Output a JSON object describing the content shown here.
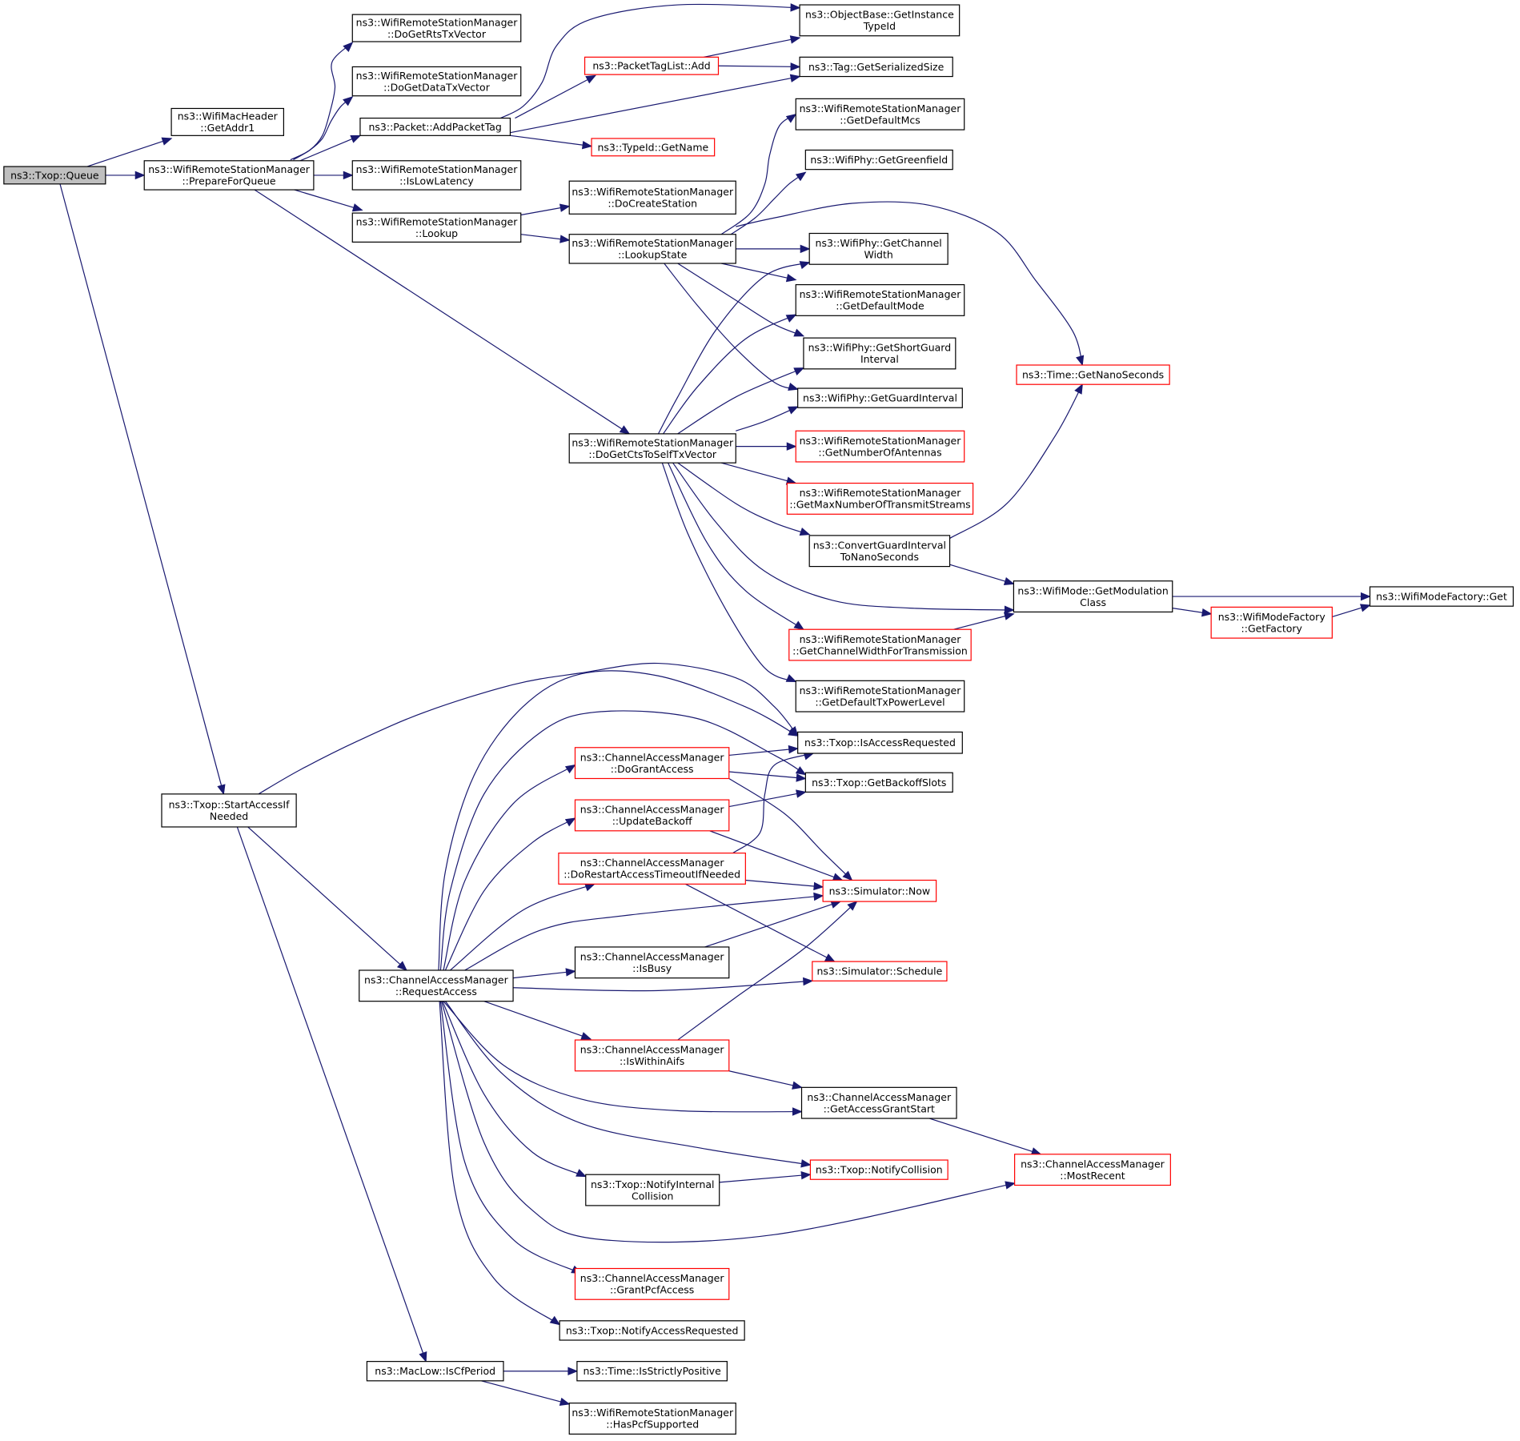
{
  "nodes": [
    {
      "id": "root",
      "lines": [
        "ns3::Txop::Queue"
      ],
      "border": "root"
    },
    {
      "id": "getAddr1",
      "lines": [
        "ns3::WifiMacHeader",
        "::GetAddr1"
      ],
      "border": "black"
    },
    {
      "id": "prepareForQueue",
      "lines": [
        "ns3::WifiRemoteStationManager",
        "::PrepareForQueue"
      ],
      "border": "black"
    },
    {
      "id": "startAccessIfNeeded",
      "lines": [
        "ns3::Txop::StartAccessIf",
        "Needed"
      ],
      "border": "black"
    },
    {
      "id": "doGetRtsTxVector",
      "lines": [
        "ns3::WifiRemoteStationManager",
        "::DoGetRtsTxVector"
      ],
      "border": "black"
    },
    {
      "id": "doGetDataTxVector",
      "lines": [
        "ns3::WifiRemoteStationManager",
        "::DoGetDataTxVector"
      ],
      "border": "black"
    },
    {
      "id": "addPacketTag",
      "lines": [
        "ns3::Packet::AddPacketTag"
      ],
      "border": "black"
    },
    {
      "id": "isLowLatency",
      "lines": [
        "ns3::WifiRemoteStationManager",
        "::IsLowLatency"
      ],
      "border": "black"
    },
    {
      "id": "lookup",
      "lines": [
        "ns3::WifiRemoteStationManager",
        "::Lookup"
      ],
      "border": "black"
    },
    {
      "id": "doGetCtsToSelfTxVector",
      "lines": [
        "ns3::WifiRemoteStationManager",
        "::DoGetCtsToSelfTxVector"
      ],
      "border": "black"
    },
    {
      "id": "packetTagListAdd",
      "lines": [
        "ns3::PacketTagList::Add"
      ],
      "border": "red"
    },
    {
      "id": "typeIdGetName",
      "lines": [
        "ns3::TypeId::GetName"
      ],
      "border": "red"
    },
    {
      "id": "doCreateStation",
      "lines": [
        "ns3::WifiRemoteStationManager",
        "::DoCreateStation"
      ],
      "border": "black"
    },
    {
      "id": "lookupState",
      "lines": [
        "ns3::WifiRemoteStationManager",
        "::LookupState"
      ],
      "border": "black"
    },
    {
      "id": "getInstanceTypeId",
      "lines": [
        "ns3::ObjectBase::GetInstance",
        "TypeId"
      ],
      "border": "black"
    },
    {
      "id": "tagGetSerializedSize",
      "lines": [
        "ns3::Tag::GetSerializedSize"
      ],
      "border": "black"
    },
    {
      "id": "getDefaultMcs",
      "lines": [
        "ns3::WifiRemoteStationManager",
        "::GetDefaultMcs"
      ],
      "border": "black"
    },
    {
      "id": "getGreenfield",
      "lines": [
        "ns3::WifiPhy::GetGreenfield"
      ],
      "border": "black"
    },
    {
      "id": "getChannelWidth",
      "lines": [
        "ns3::WifiPhy::GetChannel",
        "Width"
      ],
      "border": "black"
    },
    {
      "id": "getDefaultMode",
      "lines": [
        "ns3::WifiRemoteStationManager",
        "::GetDefaultMode"
      ],
      "border": "black"
    },
    {
      "id": "getShortGuardInterval",
      "lines": [
        "ns3::WifiPhy::GetShortGuard",
        "Interval"
      ],
      "border": "black"
    },
    {
      "id": "getGuardInterval",
      "lines": [
        "ns3::WifiPhy::GetGuardInterval"
      ],
      "border": "black"
    },
    {
      "id": "getNumberOfAntennas",
      "lines": [
        "ns3::WifiRemoteStationManager",
        "::GetNumberOfAntennas"
      ],
      "border": "red"
    },
    {
      "id": "getMaxNumberOfTransmitStreams",
      "lines": [
        "ns3::WifiRemoteStationManager",
        "::GetMaxNumberOfTransmitStreams"
      ],
      "border": "red"
    },
    {
      "id": "convertGuardInterval",
      "lines": [
        "ns3::ConvertGuardInterval",
        "ToNanoSeconds"
      ],
      "border": "black"
    },
    {
      "id": "getChannelWidthForTransmission",
      "lines": [
        "ns3::WifiRemoteStationManager",
        "::GetChannelWidthForTransmission"
      ],
      "border": "red"
    },
    {
      "id": "getDefaultTxPowerLevel",
      "lines": [
        "ns3::WifiRemoteStationManager",
        "::GetDefaultTxPowerLevel"
      ],
      "border": "black"
    },
    {
      "id": "timeGetNanoSeconds",
      "lines": [
        "ns3::Time::GetNanoSeconds"
      ],
      "border": "red"
    },
    {
      "id": "getModulationClass",
      "lines": [
        "ns3::WifiMode::GetModulation",
        "Class"
      ],
      "border": "black"
    },
    {
      "id": "getFactory",
      "lines": [
        "ns3::WifiModeFactory",
        "::GetFactory"
      ],
      "border": "red"
    },
    {
      "id": "wifiModeFactoryGet",
      "lines": [
        "ns3::WifiModeFactory::Get"
      ],
      "border": "black"
    },
    {
      "id": "requestAccess",
      "lines": [
        "ns3::ChannelAccessManager",
        "::RequestAccess"
      ],
      "border": "black"
    },
    {
      "id": "isCfPeriod",
      "lines": [
        "ns3::MacLow::IsCfPeriod"
      ],
      "border": "black"
    },
    {
      "id": "doGrantAccess",
      "lines": [
        "ns3::ChannelAccessManager",
        "::DoGrantAccess"
      ],
      "border": "red"
    },
    {
      "id": "updateBackoff",
      "lines": [
        "ns3::ChannelAccessManager",
        "::UpdateBackoff"
      ],
      "border": "red"
    },
    {
      "id": "doRestartAccessTimeout",
      "lines": [
        "ns3::ChannelAccessManager",
        "::DoRestartAccessTimeoutIfNeeded"
      ],
      "border": "red"
    },
    {
      "id": "isBusy",
      "lines": [
        "ns3::ChannelAccessManager",
        "::IsBusy"
      ],
      "border": "black"
    },
    {
      "id": "isWithinAifs",
      "lines": [
        "ns3::ChannelAccessManager",
        "::IsWithinAifs"
      ],
      "border": "red"
    },
    {
      "id": "notifyInternalCollision",
      "lines": [
        "ns3::Txop::NotifyInternal",
        "Collision"
      ],
      "border": "black"
    },
    {
      "id": "grantPcfAccess",
      "lines": [
        "ns3::ChannelAccessManager",
        "::GrantPcfAccess"
      ],
      "border": "red"
    },
    {
      "id": "notifyAccessRequested",
      "lines": [
        "ns3::Txop::NotifyAccessRequested"
      ],
      "border": "black"
    },
    {
      "id": "isStrictlyPositive",
      "lines": [
        "ns3::Time::IsStrictlyPositive"
      ],
      "border": "black"
    },
    {
      "id": "hasPcfSupported",
      "lines": [
        "ns3::WifiRemoteStationManager",
        "::HasPcfSupported"
      ],
      "border": "black"
    },
    {
      "id": "isAccessRequested",
      "lines": [
        "ns3::Txop::IsAccessRequested"
      ],
      "border": "black"
    },
    {
      "id": "getBackoffSlots",
      "lines": [
        "ns3::Txop::GetBackoffSlots"
      ],
      "border": "black"
    },
    {
      "id": "simulatorNow",
      "lines": [
        "ns3::Simulator::Now"
      ],
      "border": "red"
    },
    {
      "id": "simulatorSchedule",
      "lines": [
        "ns3::Simulator::Schedule"
      ],
      "border": "red"
    },
    {
      "id": "getAccessGrantStart",
      "lines": [
        "ns3::ChannelAccessManager",
        "::GetAccessGrantStart"
      ],
      "border": "black"
    },
    {
      "id": "notifyCollision",
      "lines": [
        "ns3::Txop::NotifyCollision"
      ],
      "border": "red"
    },
    {
      "id": "mostRecent",
      "lines": [
        "ns3::ChannelAccessManager",
        "::MostRecent"
      ],
      "border": "red"
    }
  ],
  "edges": [
    [
      "root",
      "getAddr1"
    ],
    [
      "root",
      "prepareForQueue"
    ],
    [
      "root",
      "startAccessIfNeeded"
    ],
    [
      "prepareForQueue",
      "doGetRtsTxVector"
    ],
    [
      "prepareForQueue",
      "doGetDataTxVector"
    ],
    [
      "prepareForQueue",
      "addPacketTag"
    ],
    [
      "prepareForQueue",
      "isLowLatency"
    ],
    [
      "prepareForQueue",
      "lookup"
    ],
    [
      "prepareForQueue",
      "doGetCtsToSelfTxVector"
    ],
    [
      "addPacketTag",
      "getInstanceTypeId"
    ],
    [
      "addPacketTag",
      "packetTagListAdd"
    ],
    [
      "addPacketTag",
      "tagGetSerializedSize"
    ],
    [
      "addPacketTag",
      "typeIdGetName"
    ],
    [
      "packetTagListAdd",
      "getInstanceTypeId"
    ],
    [
      "packetTagListAdd",
      "tagGetSerializedSize"
    ],
    [
      "lookup",
      "doCreateStation"
    ],
    [
      "lookup",
      "lookupState"
    ],
    [
      "lookupState",
      "getDefaultMcs"
    ],
    [
      "lookupState",
      "getGreenfield"
    ],
    [
      "lookupState",
      "timeGetNanoSeconds"
    ],
    [
      "lookupState",
      "getChannelWidth"
    ],
    [
      "lookupState",
      "getDefaultMode"
    ],
    [
      "lookupState",
      "getShortGuardInterval"
    ],
    [
      "lookupState",
      "getGuardInterval"
    ],
    [
      "doGetCtsToSelfTxVector",
      "getChannelWidth"
    ],
    [
      "doGetCtsToSelfTxVector",
      "getDefaultMode"
    ],
    [
      "doGetCtsToSelfTxVector",
      "getShortGuardInterval"
    ],
    [
      "doGetCtsToSelfTxVector",
      "getGuardInterval"
    ],
    [
      "doGetCtsToSelfTxVector",
      "getNumberOfAntennas"
    ],
    [
      "doGetCtsToSelfTxVector",
      "getMaxNumberOfTransmitStreams"
    ],
    [
      "doGetCtsToSelfTxVector",
      "convertGuardInterval"
    ],
    [
      "doGetCtsToSelfTxVector",
      "getModulationClass"
    ],
    [
      "doGetCtsToSelfTxVector",
      "getChannelWidthForTransmission"
    ],
    [
      "doGetCtsToSelfTxVector",
      "getDefaultTxPowerLevel"
    ],
    [
      "convertGuardInterval",
      "timeGetNanoSeconds"
    ],
    [
      "convertGuardInterval",
      "getModulationClass"
    ],
    [
      "getChannelWidthForTransmission",
      "getModulationClass"
    ],
    [
      "getModulationClass",
      "wifiModeFactoryGet"
    ],
    [
      "getModulationClass",
      "getFactory"
    ],
    [
      "getFactory",
      "wifiModeFactoryGet"
    ],
    [
      "startAccessIfNeeded",
      "isAccessRequested"
    ],
    [
      "startAccessIfNeeded",
      "requestAccess"
    ],
    [
      "startAccessIfNeeded",
      "isCfPeriod"
    ],
    [
      "requestAccess",
      "isAccessRequested"
    ],
    [
      "requestAccess",
      "getBackoffSlots"
    ],
    [
      "requestAccess",
      "doGrantAccess"
    ],
    [
      "requestAccess",
      "updateBackoff"
    ],
    [
      "requestAccess",
      "doRestartAccessTimeout"
    ],
    [
      "requestAccess",
      "simulatorNow"
    ],
    [
      "requestAccess",
      "isBusy"
    ],
    [
      "requestAccess",
      "simulatorSchedule"
    ],
    [
      "requestAccess",
      "isWithinAifs"
    ],
    [
      "requestAccess",
      "getAccessGrantStart"
    ],
    [
      "requestAccess",
      "notifyCollision"
    ],
    [
      "requestAccess",
      "notifyInternalCollision"
    ],
    [
      "requestAccess",
      "mostRecent"
    ],
    [
      "requestAccess",
      "grantPcfAccess"
    ],
    [
      "requestAccess",
      "notifyAccessRequested"
    ],
    [
      "doGrantAccess",
      "isAccessRequested"
    ],
    [
      "doGrantAccess",
      "getBackoffSlots"
    ],
    [
      "doGrantAccess",
      "simulatorNow"
    ],
    [
      "updateBackoff",
      "getBackoffSlots"
    ],
    [
      "updateBackoff",
      "simulatorNow"
    ],
    [
      "doRestartAccessTimeout",
      "isAccessRequested"
    ],
    [
      "doRestartAccessTimeout",
      "simulatorNow"
    ],
    [
      "doRestartAccessTimeout",
      "simulatorSchedule"
    ],
    [
      "isBusy",
      "simulatorNow"
    ],
    [
      "isWithinAifs",
      "simulatorNow"
    ],
    [
      "isWithinAifs",
      "getAccessGrantStart"
    ],
    [
      "getAccessGrantStart",
      "mostRecent"
    ],
    [
      "notifyInternalCollision",
      "notifyCollision"
    ],
    [
      "isCfPeriod",
      "isStrictlyPositive"
    ],
    [
      "isCfPeriod",
      "hasPcfSupported"
    ]
  ],
  "colors": {
    "edge": "#191970",
    "normal_border": "#000000",
    "truncated_border": "#ff0000",
    "root_fill": "#bfbfbf"
  }
}
